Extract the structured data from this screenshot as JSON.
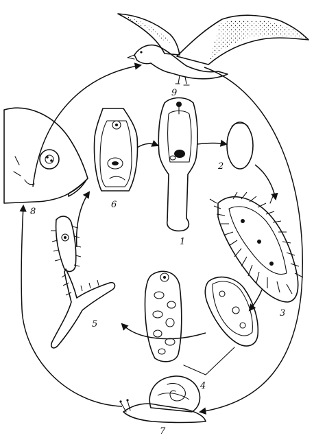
{
  "diagram": {
    "labels": {
      "stage_1": "1",
      "stage_2": "2",
      "stage_3": "3",
      "stage_4": "4",
      "stage_5": "5",
      "stage_6": "6",
      "host_snail": "7",
      "host_fish": "8",
      "host_bird": "9"
    },
    "icons": {
      "bird": "gull-icon",
      "fish": "fish-head-icon",
      "snail": "snail-icon",
      "adult": "adult-fluke-icon",
      "egg": "egg-icon",
      "miracidium": "ciliated-larva-icon",
      "sporocyst": "sporocyst-icon",
      "redia": "redia-icon",
      "cercaria": "forked-tail-cercaria-icon",
      "metacercaria": "metacercaria-icon"
    },
    "colors": {
      "ink": "#111111",
      "background": "#ffffff"
    }
  }
}
